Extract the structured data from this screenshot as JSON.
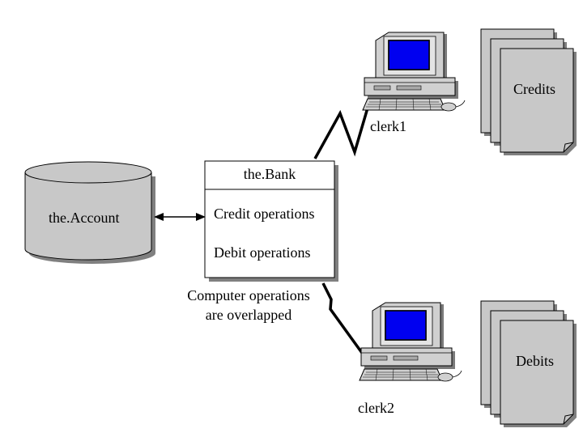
{
  "diagram": {
    "account": {
      "label": "the.Account"
    },
    "bank": {
      "title": "the.Bank",
      "operations": [
        "Credit operations",
        "Debit operations"
      ]
    },
    "note": {
      "lines": [
        "Computer operations",
        "are overlapped"
      ]
    },
    "clerks": [
      {
        "label": "clerk1"
      },
      {
        "label": "clerk2"
      }
    ],
    "documents": [
      {
        "label": "Credits"
      },
      {
        "label": "Debits"
      }
    ],
    "colors": {
      "fill": "#c8c8c8",
      "shadow": "#808080",
      "screen": "#0000f0",
      "line": "#000000"
    }
  }
}
